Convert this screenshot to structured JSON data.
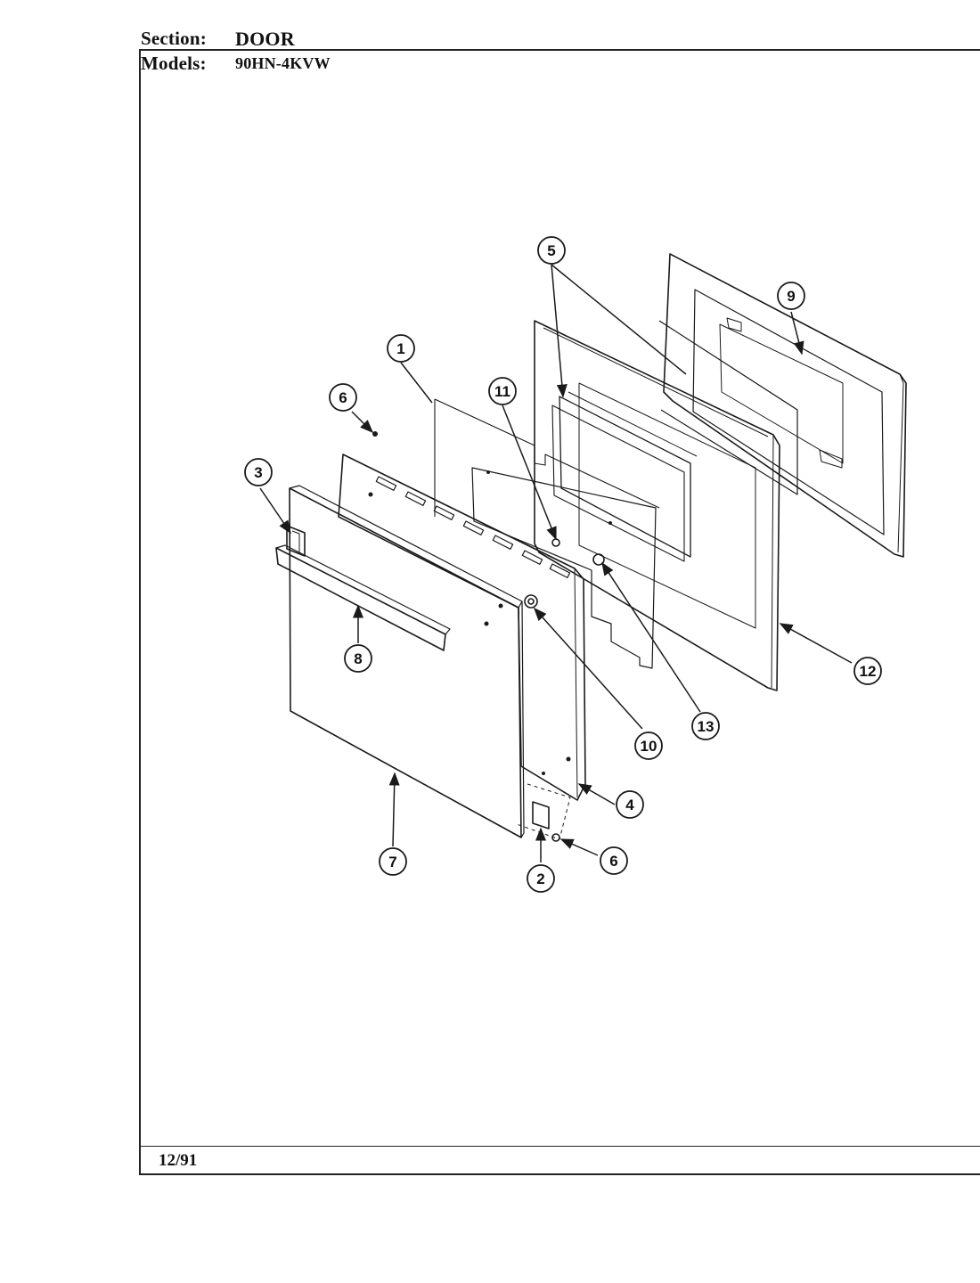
{
  "header": {
    "section_label": "Section:",
    "section_value": "DOOR",
    "models_label": "Models:",
    "models_value": "90HN-4KVW"
  },
  "footer": {
    "date": "12/91"
  },
  "callouts": [
    "1",
    "2",
    "3",
    "4",
    "5",
    "6",
    "7",
    "8",
    "9",
    "10",
    "11",
    "12",
    "13"
  ]
}
